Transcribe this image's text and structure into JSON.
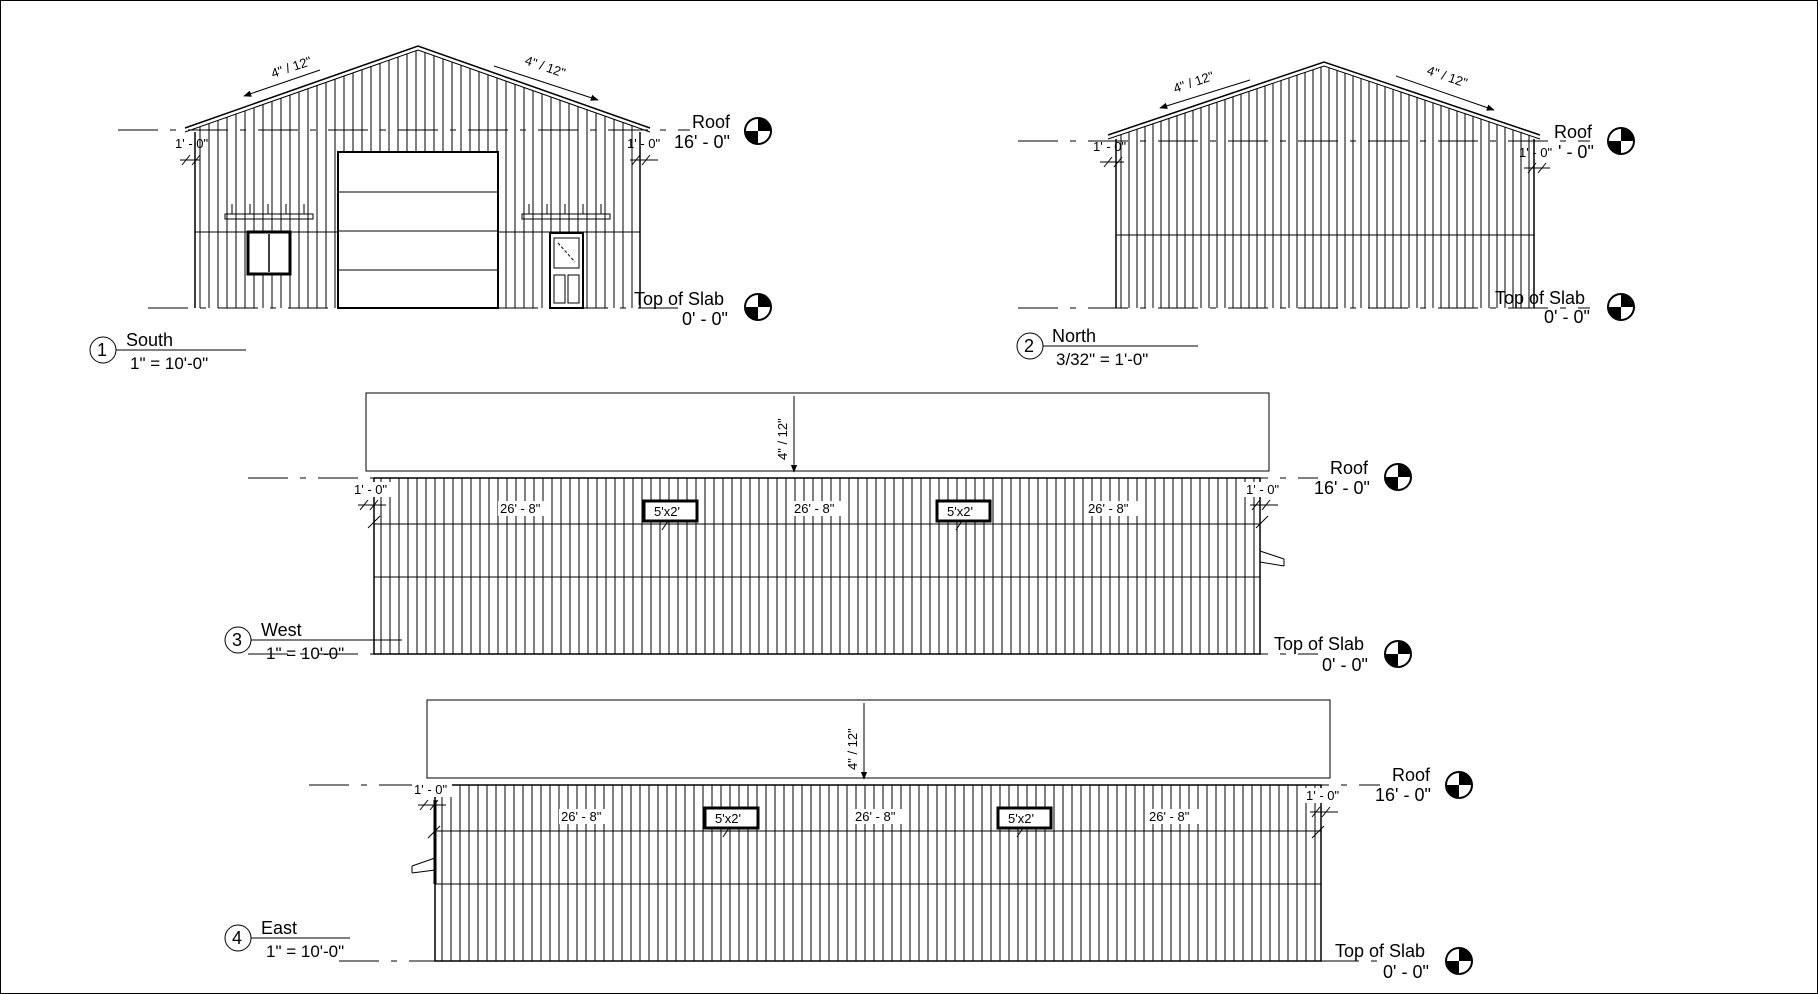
{
  "sheet": {
    "views": [
      {
        "id": "south",
        "number": "1",
        "title": "South",
        "scale": "1\" = 10'-0\"",
        "slope_left": "4\" / 12\"",
        "slope_right": "4\" / 12\"",
        "overhang_left": "1' - 0\"",
        "overhang_right": "1' - 0\"",
        "roof_label": "Roof",
        "roof_elev": "16' - 0\"",
        "slab_label": "Top of Slab",
        "slab_elev": "0' - 0\""
      },
      {
        "id": "north",
        "number": "2",
        "title": "North",
        "scale": "3/32\" = 1'-0\"",
        "slope_left": "4\" / 12\"",
        "slope_right": "4\" / 12\"",
        "overhang_left": "1' - 0\"",
        "overhang_right": "1' - 0\"",
        "roof_label": "Roof",
        "roof_elev": "' - 0\"",
        "slab_label": "Top of Slab",
        "slab_elev": "0' - 0\""
      },
      {
        "id": "west",
        "number": "3",
        "title": "West",
        "scale": "1\" = 10'-0\"",
        "slope": "4\" / 12\"",
        "overhang_left": "1' - 0\"",
        "overhang_right": "1' - 0\"",
        "spans": [
          "26' - 8\"",
          "26' - 8\"",
          "26' - 8\""
        ],
        "window_tags": [
          "5'x2'",
          "5'x2'"
        ],
        "roof_label": "Roof",
        "roof_elev": "16' - 0\"",
        "slab_label": "Top of Slab",
        "slab_elev": "0' - 0\""
      },
      {
        "id": "east",
        "number": "4",
        "title": "East",
        "scale": "1\" = 10'-0\"",
        "slope": "4\" / 12\"",
        "overhang_left": "1' - 0\"",
        "overhang_right": "1' - 0\"",
        "spans": [
          "26' - 8\"",
          "26' - 8\"",
          "26' - 8\""
        ],
        "window_tags": [
          "5'x2'",
          "5'x2'"
        ],
        "roof_label": "Roof",
        "roof_elev": "16' - 0\"",
        "slab_label": "Top of Slab",
        "slab_elev": "0' - 0\""
      }
    ]
  }
}
